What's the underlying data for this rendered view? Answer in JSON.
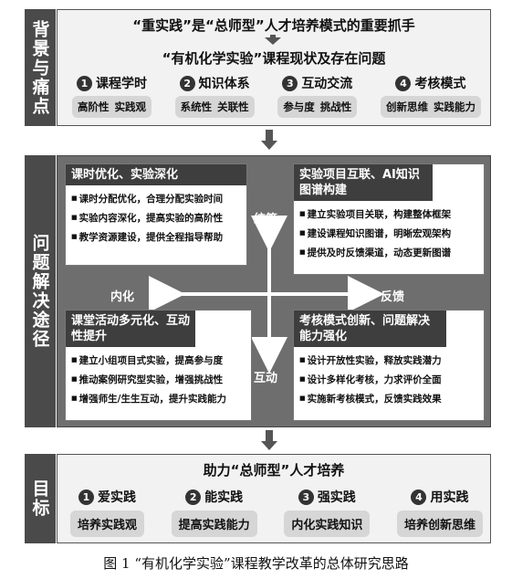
{
  "background": {
    "sidebar_label": "背景与痛点",
    "headline": "“重实践”是“总师型”人才培养模式的重要抓手",
    "subheadline": "“有机化学实验”课程现状及存在问题",
    "categories": [
      {
        "num": "1",
        "title": "课程学时",
        "tags": [
          "高阶性",
          "实践观"
        ]
      },
      {
        "num": "2",
        "title": "知识体系",
        "tags": [
          "系统性",
          "关联性"
        ]
      },
      {
        "num": "3",
        "title": "互动交流",
        "tags": [
          "参与度",
          "挑战性"
        ]
      },
      {
        "num": "4",
        "title": "考核模式",
        "tags": [
          "创新思维",
          "实践能力"
        ]
      }
    ]
  },
  "solution": {
    "sidebar_label": "问题解决途径",
    "axis": {
      "top": "统筹",
      "bottom": "互动",
      "left": "内化",
      "right": "反馈"
    },
    "quadrants": [
      {
        "title": "课时优化、实验深化",
        "items": [
          "课时分配优化，合理分配实验时间",
          "实验内容深化，提高实验的高阶性",
          "教学资源建设，提供全程指导帮助"
        ]
      },
      {
        "title": "实验项目互联、AI知识图谱构建",
        "items": [
          "建立实验项目关联，构建整体框架",
          "建设课程知识图谱，明晰宏观架构",
          "提供及时反馈渠道，动态更新图谱"
        ]
      },
      {
        "title": "课堂活动多元化、互动性提升",
        "items": [
          "建立小组项目式实验，提高参与度",
          "推动案例研究型实验，增强挑战性",
          "增强师生/生生互动，提升实践能力"
        ]
      },
      {
        "title": "考核模式创新、问题解决能力强化",
        "items": [
          "设计开放性实验，释放实践潜力",
          "设计多样化考核，力求评价全面",
          "实施新考核模式，反馈实践效果"
        ]
      }
    ]
  },
  "goal": {
    "sidebar_label": "目标",
    "headline": "助力“总师型”人才培养",
    "categories": [
      {
        "num": "1",
        "title": "爱实践",
        "result": "培养实践观"
      },
      {
        "num": "2",
        "title": "能实践",
        "result": "提高实践能力"
      },
      {
        "num": "3",
        "title": "强实践",
        "result": "内化实践知识"
      },
      {
        "num": "4",
        "title": "用实践",
        "result": "培养创新思维"
      }
    ]
  },
  "caption": "图 1 “有机化学实验”课程教学改革的总体研究思路",
  "colors": {
    "sidebar": "#4a4a4a",
    "mid_panel": "#6e6e6e",
    "quadrant_header": "#3e3e3e",
    "tag_box": "#d6d6d6"
  }
}
